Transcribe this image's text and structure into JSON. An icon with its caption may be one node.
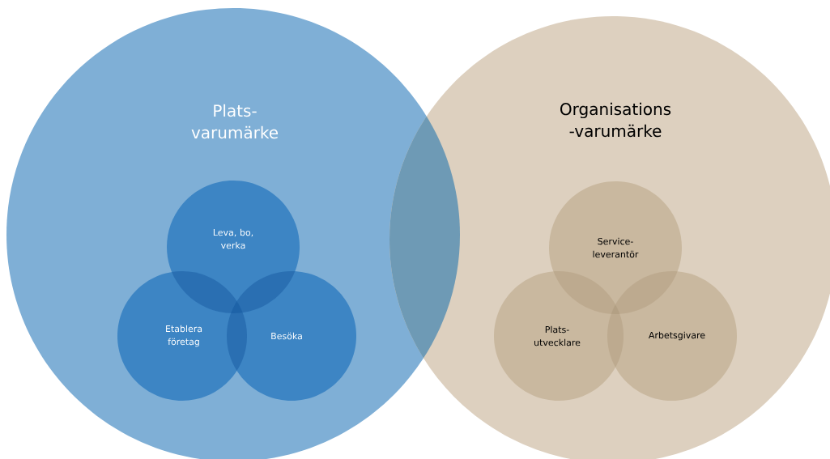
{
  "diagram": {
    "nodes": [
      {
        "text": [
          "Plats- varumärke"
        ]
      },
      {
        "text": [
          "Organisations -varumärke"
        ]
      },
      {
        "text": [
          "Leva, bo, verka"
        ],
        "in": 0
      },
      {
        "text": [
          "Etablera företag"
        ],
        "in": 0
      },
      {
        "text": [
          "Besöka"
        ],
        "in": 0
      },
      {
        "text": [
          "Service- leverantör"
        ],
        "in": 1
      },
      {
        "text": [
          "Plats- utvecklare"
        ],
        "in": 1
      },
      {
        "text": [
          "Arbetsgivare"
        ],
        "in": 1
      }
    ]
  }
}
